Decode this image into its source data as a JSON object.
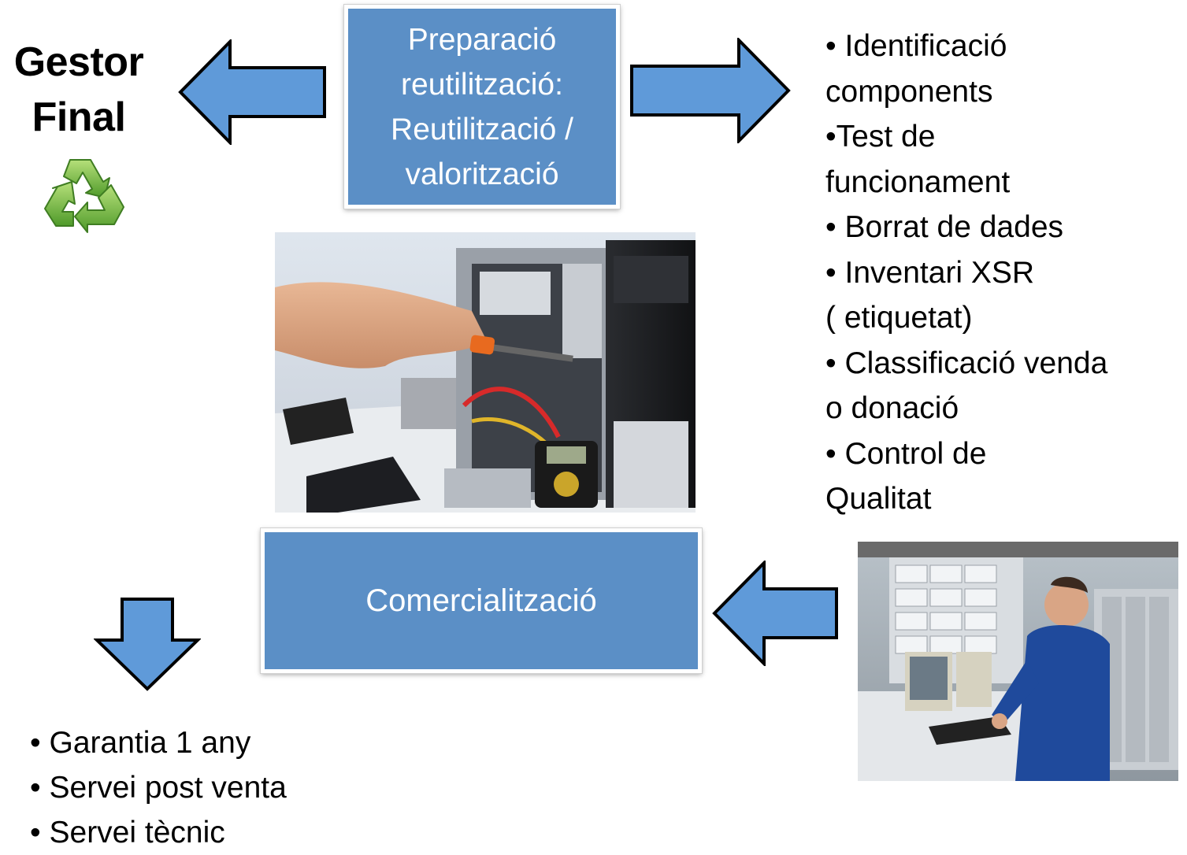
{
  "gestor_final": {
    "line1": "Gestor",
    "line2": "Final"
  },
  "box_top": {
    "line1": "Preparació",
    "line2": "reutilització:",
    "line3": "Reutilització /",
    "line4": "valorització"
  },
  "box_bottom": {
    "label": "Comercialització"
  },
  "steps_list": [
    "• Identificació",
    "components",
    "•Test de",
    "funcionament",
    "• Borrat de dades",
    "• Inventari  XSR",
    "( etiquetat)",
    "• Classificació venda",
    "o donació",
    "• Control de",
    "Qualitat"
  ],
  "services_list": [
    "• Garantia 1 any",
    "• Servei post venta",
    "• Servei tècnic"
  ],
  "colors": {
    "box_fill": "#5b8fc6",
    "arrow_fill": "#5f9ad9",
    "recycle_green": "#7cc242"
  },
  "icons": {
    "recycle": "recycle-icon"
  }
}
